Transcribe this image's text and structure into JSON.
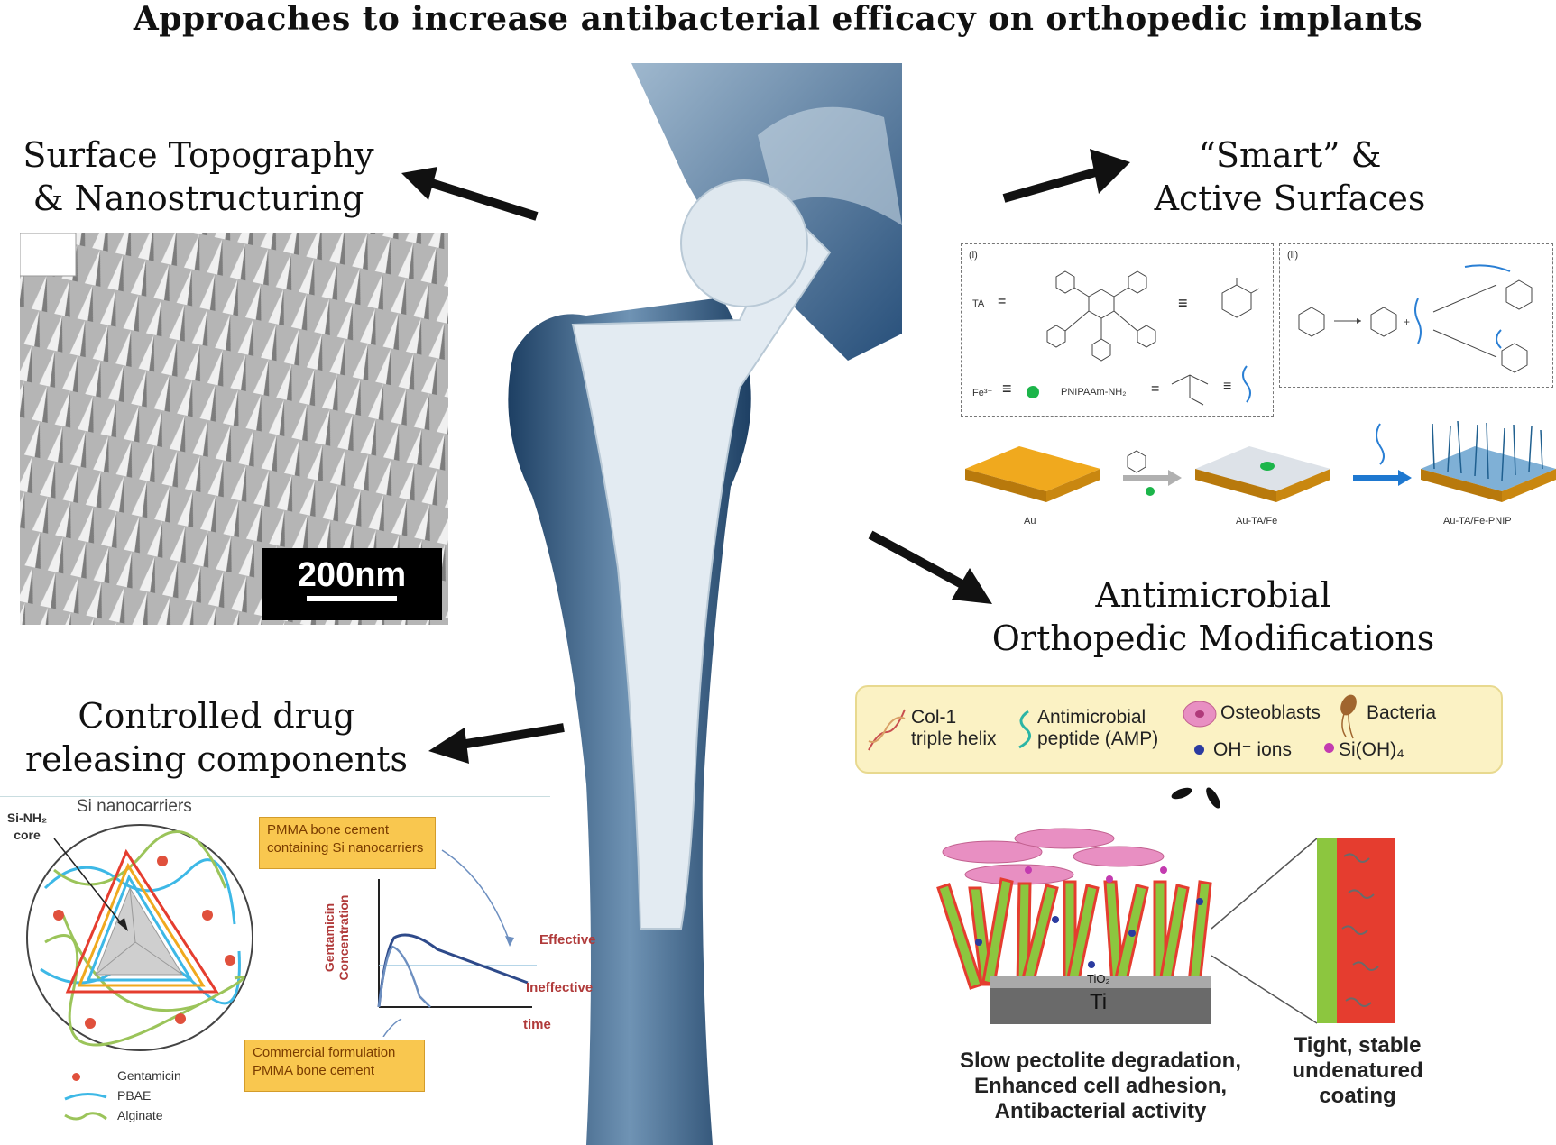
{
  "title": "Approaches to increase  antibacterial  efficacy on orthopedic implants",
  "sections": {
    "surface": {
      "line1": "Surface Topography",
      "line2": "& Nanostructuring",
      "scale_bar": "200nm"
    },
    "smart": {
      "line1": "“Smart” &",
      "line2": "Active Surfaces",
      "panel_i": "(i)",
      "panel_ii": "(ii)",
      "ta_label": "TA",
      "equiv": "≡",
      "fe_label": "Fe³⁺",
      "pnipaam_label": "PNIPAAm-NH₂",
      "steps": [
        "Au",
        "Au-TA/Fe",
        "Au-TA/Fe-PNIP"
      ]
    },
    "antimicrobial": {
      "line1": "Antimicrobial",
      "line2": "Orthopedic Modifications",
      "legend": {
        "col1": "Col-1",
        "col1b": "triple helix",
        "amp1": "Antimicrobial",
        "amp2": "peptide (AMP)",
        "osteo": "Osteoblasts",
        "bacteria": "Bacteria",
        "oh": "OH⁻ ions",
        "sioh": "Si(OH)₄"
      },
      "tio2": "TiO₂",
      "ti": "Ti",
      "caption_left": [
        "Slow pectolite degradation,",
        "Enhanced cell adhesion,",
        "Antibacterial activity"
      ],
      "caption_right": [
        "Tight, stable",
        "undenatured",
        "coating"
      ]
    },
    "drug": {
      "line1": "Controlled drug",
      "line2": "releasing components",
      "si_nanocarriers": "Si nanocarriers",
      "core1": "Si-NH₂",
      "core2": "core",
      "box1a": "PMMA bone cement",
      "box1b": "containing Si nanocarriers",
      "box2a": "Commercial formulation",
      "box2b": "PMMA bone cement",
      "ylabel1": "Gentamicin",
      "ylabel2": "Concentration",
      "effective": "Effective",
      "ineffective": "Ineffective",
      "xlabel": "time",
      "legend": [
        "Gentamicin",
        "PBAE",
        "Alginate"
      ]
    }
  },
  "colors": {
    "bone_blue": "#274f7a",
    "implant": "#dfe8ef",
    "gold": "#d9930f",
    "arrow_blue": "#1e78d0",
    "osteoblast": "#e88fc2",
    "rod_green": "#8cc63f",
    "rod_red": "#e53d2f",
    "box_yellow": "#f9c74f"
  }
}
